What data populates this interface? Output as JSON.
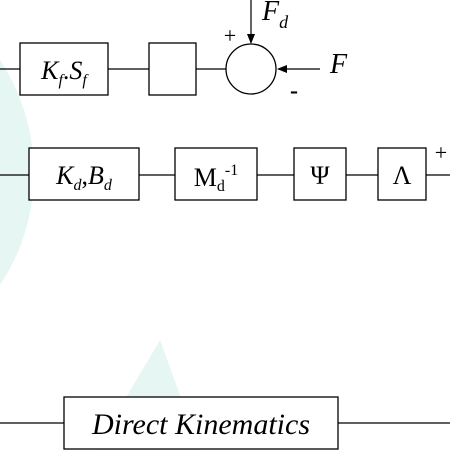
{
  "blocks": {
    "kf_sf": {
      "k": "K",
      "k_sub": "f",
      "sep": ".",
      "s": "S",
      "s_sub": "f"
    },
    "empty_block": {
      "label": ""
    },
    "kd_bd": {
      "k": "K",
      "k_sub": "d",
      "sep": ",",
      "b": "B",
      "b_sub": "d"
    },
    "md_inv": {
      "m": "M",
      "m_sub": "d",
      "exp": "-1"
    },
    "psi": {
      "label": "Ψ"
    },
    "lambda": {
      "label": "Λ"
    },
    "direct_kinematics": {
      "label": "Direct Kinematics"
    }
  },
  "summing_junction": {
    "plus_sign": "+",
    "minus_sign": "-"
  },
  "signals": {
    "fd": "F",
    "fd_sub": "d",
    "f": "F"
  },
  "right_edge_sign": "+",
  "colors": {
    "background_shape": "#e6f7f3",
    "stroke": "#000000"
  }
}
